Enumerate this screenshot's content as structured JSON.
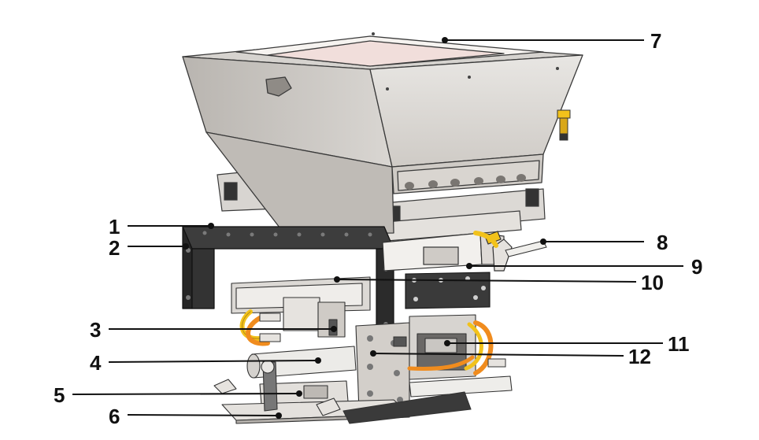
{
  "figure": {
    "callouts": [
      {
        "id": "1",
        "label": "1"
      },
      {
        "id": "2",
        "label": "2"
      },
      {
        "id": "3",
        "label": "3"
      },
      {
        "id": "4",
        "label": "4"
      },
      {
        "id": "5",
        "label": "5"
      },
      {
        "id": "6",
        "label": "6"
      },
      {
        "id": "7",
        "label": "7"
      },
      {
        "id": "8",
        "label": "8"
      },
      {
        "id": "9",
        "label": "9"
      },
      {
        "id": "10",
        "label": "10"
      },
      {
        "id": "11",
        "label": "11"
      },
      {
        "id": "12",
        "label": "12"
      }
    ],
    "colors": {
      "steel_light": "#e6e4e1",
      "steel_mid": "#cfccc8",
      "steel_dark": "#a9a5a0",
      "frame_black": "#2e2e2e",
      "outline": "#3a3a3a",
      "hose_orange": "#f08c1e",
      "hose_yellow": "#f2c21b",
      "leader": "#111111"
    }
  }
}
